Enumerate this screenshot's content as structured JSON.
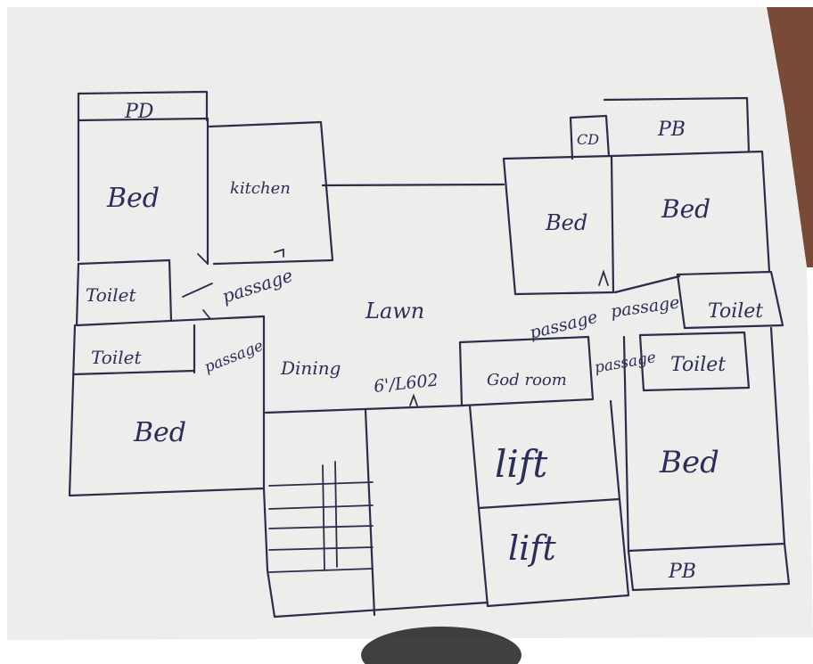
{
  "colors": {
    "paper": "#ededeb",
    "ink": "#2b2d4a",
    "background_table": "#7a4a38",
    "shadow": "#1e1e1e"
  },
  "labels": {
    "pd_top_left": "PD",
    "bed_top_left": "Bed",
    "kitchen": "kitchen",
    "toilet_left_upper": "Toilet",
    "passage_left_upper": "passage",
    "toilet_left_lower": "Toilet",
    "passage_left_lower": "passage",
    "bed_bottom_left": "Bed",
    "lawn": "Lawn",
    "dining": "Dining",
    "lobby": "6'/L602",
    "cd": "CD",
    "pb_top_right": "PB",
    "bed_mid": "Bed",
    "bed_top_right": "Bed",
    "passage_mid": "passage",
    "passage_right": "passage",
    "toilet_right_upper": "Toilet",
    "god_room": "God room",
    "passage_right_lower": "passage",
    "toilet_right_lower": "Toilet",
    "lift_upper": "lift",
    "lift_lower": "lift",
    "bed_bottom_right": "Bed",
    "pb_bottom_right": "PB"
  }
}
